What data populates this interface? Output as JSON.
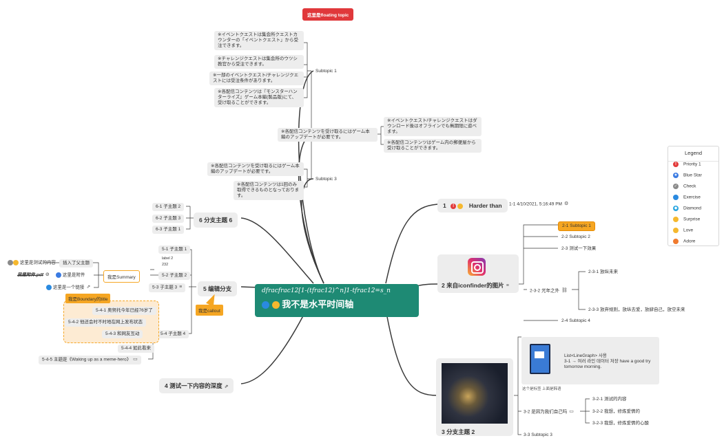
{
  "central": {
    "latex": "dfracfrac12[1-(tfrac12)^n]1-tfrac12=s_n",
    "title": "我不是水平时间轴"
  },
  "floating_topic": "这里是floating topic",
  "branch_top": {
    "subtopic1": "Subtopic 1",
    "notes1": [
      "※イベントクエストは集会所クエストカウンターの「イベントクエスト」から受注できます。",
      "※チャレンジクエストは集会所のウツシ教官から受注できます。",
      "※一部のイベントクエスト/チャレンジクエストには受注条件があります。",
      "※各配信コンテンツは『モンスターハンターライズ』ゲーム本編(製品版)にて、受け取ることができます。"
    ],
    "middle_note": "※各配信コンテンツを受け取るにはゲーム本編のアップデートが必要です。",
    "right_notes": [
      "※イベントクエスト/チャレンジクエストはダウンロード後はオフラインでも無期限に遊べます。",
      "※各配信コンテンツはゲーム内の郵便屋から受け取ることができます。"
    ],
    "subtopic3": "Subtopic 3",
    "notes3": [
      "※各配信コンテンツを受け取るにはゲーム本編のアップデートが必要です。",
      "※各配信コンテンツは1回のみ取得できるものとなっております。"
    ]
  },
  "branch1": {
    "num": "1",
    "label": "Harder than",
    "child": "1-1  4/10/2021, 5:16:49 PM"
  },
  "branch2": {
    "label": "2  来自iconfinder的图片",
    "children": [
      "2-1  Subtopic 1",
      "2-2  Subtopic 2",
      "2-3  测试一下效果",
      "2-3-1  放纵未来",
      "2-3-2  光年之外",
      "2-3-3  放弃规则，放纵去爱，放肆自己，放空未来",
      "2-4  Subtopic 4"
    ]
  },
  "branch3": {
    "label": "3  分支主题 2",
    "card_text": "List<LineGraph> 사용\n3-1   → 여러 라인 데이터 저장 have a good try tomorrow morning.",
    "card_caption": "这个是标签    上面是韩语",
    "children": [
      "3-2  是因为我们自己吗",
      "3-2-1  测试的内容",
      "3-2-2  我想，修炼爱情的",
      "3-2-3  我想，修炼爱情的心酸",
      "3-3  Subtopic 3"
    ]
  },
  "branch4": {
    "label": "4  测试一下内容的深度"
  },
  "branch5": {
    "label": "5  编辑分支",
    "callout": "我是callout",
    "children": [
      "5-1  子主题 1",
      "label 2",
      "232",
      "5-2  子主题 2",
      "5-3  子主题 3",
      "5-4  子主题 4",
      "5-4-1  奥努托今年已经76岁了",
      "5-4-2  他还会时不时地在网上发布状态",
      "5-4-3  和网友互动",
      "5-4-4  如此看来",
      "5-4-5  主题是《Waking up as a meme-hero》"
    ],
    "summary": "我是Summary",
    "summary_items": [
      "这里是测试的内容",
      "插入了父主题",
      "我是附件.pdf",
      "这里是附件",
      "这里是一个链接"
    ],
    "boundary": "我是Boundary的title"
  },
  "branch6": {
    "label": "6  分支主题 6",
    "children": [
      "6-1  子主题 2",
      "6-2  子主题 3",
      "6-3  子主题 1"
    ]
  },
  "legend": {
    "title": "Legend",
    "items": [
      {
        "label": "Priority 1",
        "color": "#e23b3b",
        "icon": "priority-1-icon"
      },
      {
        "label": "Blue Star",
        "color": "#3b7be2",
        "icon": "blue-star-icon"
      },
      {
        "label": "Check",
        "color": "#8a8a8a",
        "icon": "check-icon"
      },
      {
        "label": "Exercise",
        "color": "#2a8ae0",
        "icon": "exercise-icon"
      },
      {
        "label": "Diamond",
        "color": "#2aa6e0",
        "icon": "diamond-icon"
      },
      {
        "label": "Surprise",
        "color": "#f5b82e",
        "icon": "surprise-icon"
      },
      {
        "label": "Love",
        "color": "#f5b82e",
        "icon": "love-icon"
      },
      {
        "label": "Adore",
        "color": "#f07a2e",
        "icon": "adore-icon"
      }
    ]
  }
}
